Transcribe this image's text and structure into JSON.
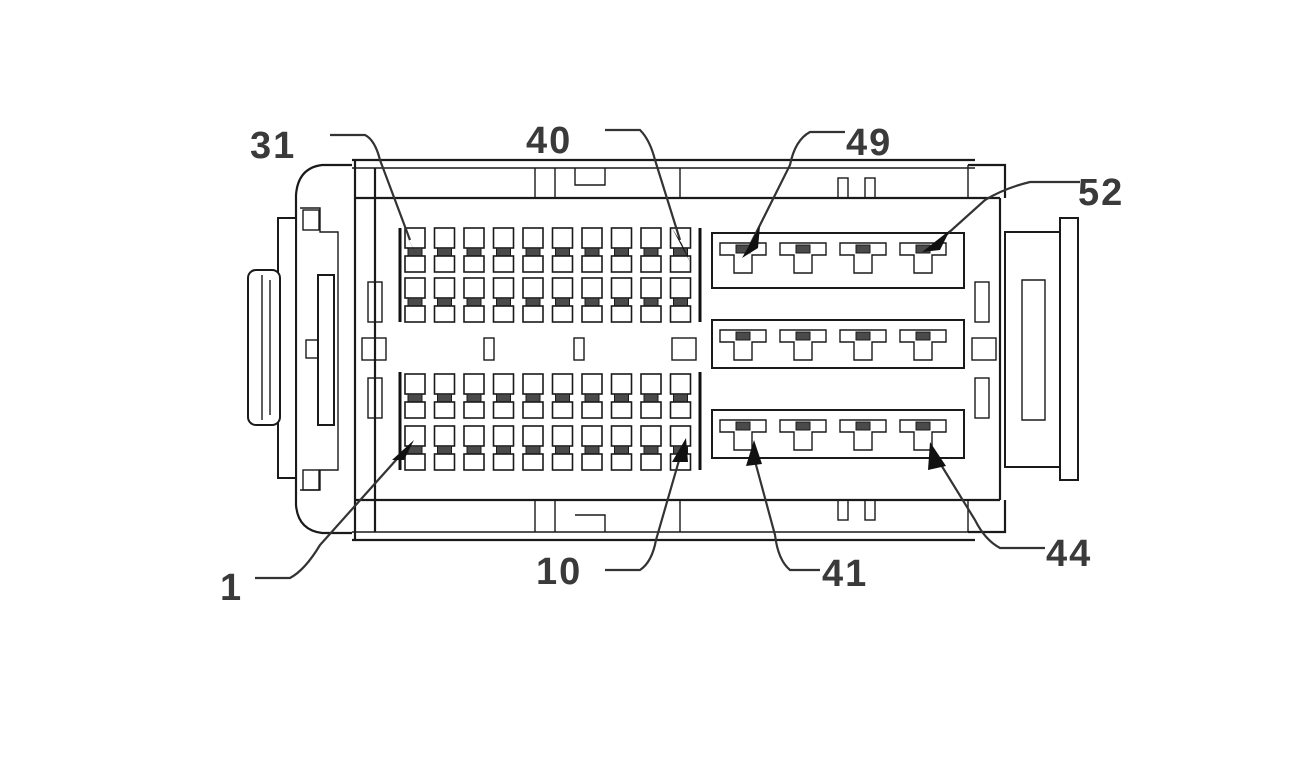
{
  "diagram": {
    "pin_labels": [
      {
        "id": "31",
        "text": "31"
      },
      {
        "id": "40",
        "text": "40"
      },
      {
        "id": "49",
        "text": "49"
      },
      {
        "id": "52",
        "text": "52"
      },
      {
        "id": "1",
        "text": "1"
      },
      {
        "id": "10",
        "text": "10"
      },
      {
        "id": "41",
        "text": "41"
      },
      {
        "id": "44",
        "text": "44"
      }
    ],
    "small_pin_block": {
      "columns": 10,
      "rows_per_half": 2,
      "halves": 2
    },
    "large_pin_block": {
      "columns": 4,
      "rows": 3
    }
  }
}
